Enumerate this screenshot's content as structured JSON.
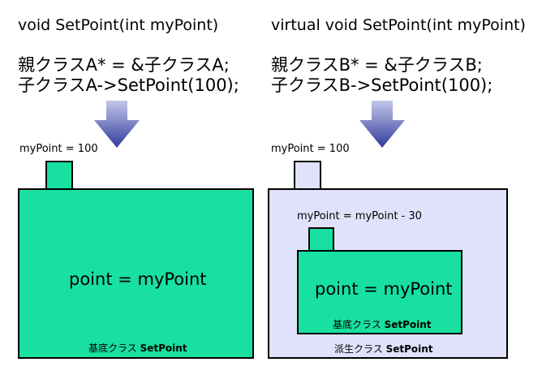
{
  "left": {
    "signature": "void SetPoint(int myPoint)",
    "code_line1": "親クラスA*  = &子クラスA;",
    "code_line2": "子クラスA->SetPoint(100);",
    "param_label": "myPoint = 100",
    "body_text": "point = myPoint",
    "caption_prefix": "基底クラス ",
    "caption_bold": "SetPoint"
  },
  "right": {
    "signature": "virtual void SetPoint(int myPoint)",
    "code_line1": "親クラスB*  = &子クラスB;",
    "code_line2": "子クラスB->SetPoint(100);",
    "param_label": "myPoint = 100",
    "inner_param_label": "myPoint = myPoint - 30",
    "inner_body_text": "point = myPoint",
    "inner_caption_prefix": "基底クラス ",
    "inner_caption_bold": "SetPoint",
    "outer_caption_prefix": "派生クラス ",
    "outer_caption_bold": "SetPoint"
  },
  "colors": {
    "green": "#17e0a0",
    "lavender": "#e0e2fc",
    "arrow_light": "#c3c8ea",
    "arrow_dark": "#303b9a"
  }
}
